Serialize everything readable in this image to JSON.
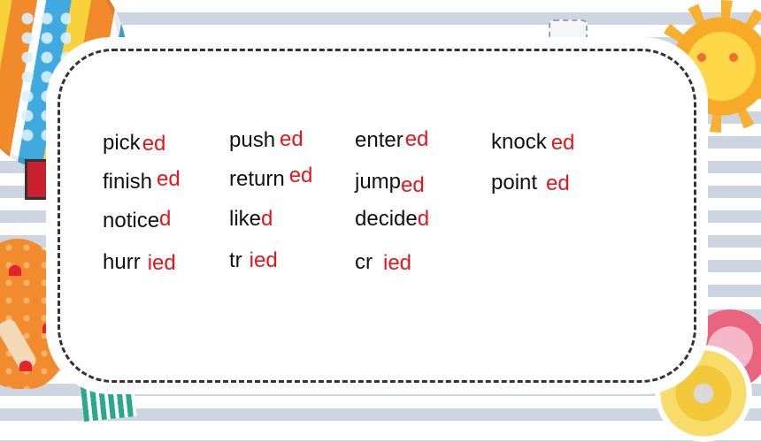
{
  "words": [
    {
      "stem": "pick",
      "suffix": "ed"
    },
    {
      "stem": "finish",
      "suffix": "ed"
    },
    {
      "stem": "notice",
      "suffix": "d"
    },
    {
      "stem": "hurr",
      "suffix": "ied"
    },
    {
      "stem": "push",
      "suffix": "ed"
    },
    {
      "stem": "return",
      "suffix": "ed"
    },
    {
      "stem": "like",
      "suffix": "d"
    },
    {
      "stem": "tr",
      "suffix": "ied"
    },
    {
      "stem": "enter",
      "suffix": "ed"
    },
    {
      "stem": "jump",
      "suffix": "ed"
    },
    {
      "stem": "decide",
      "suffix": "d"
    },
    {
      "stem": "cr",
      "suffix": "ied"
    },
    {
      "stem": "knock",
      "suffix": "ed"
    },
    {
      "stem": "point",
      "suffix": "ed"
    }
  ],
  "colors": {
    "suffix": "#e8141c",
    "stem": "#111111",
    "card_border": "#333333"
  }
}
